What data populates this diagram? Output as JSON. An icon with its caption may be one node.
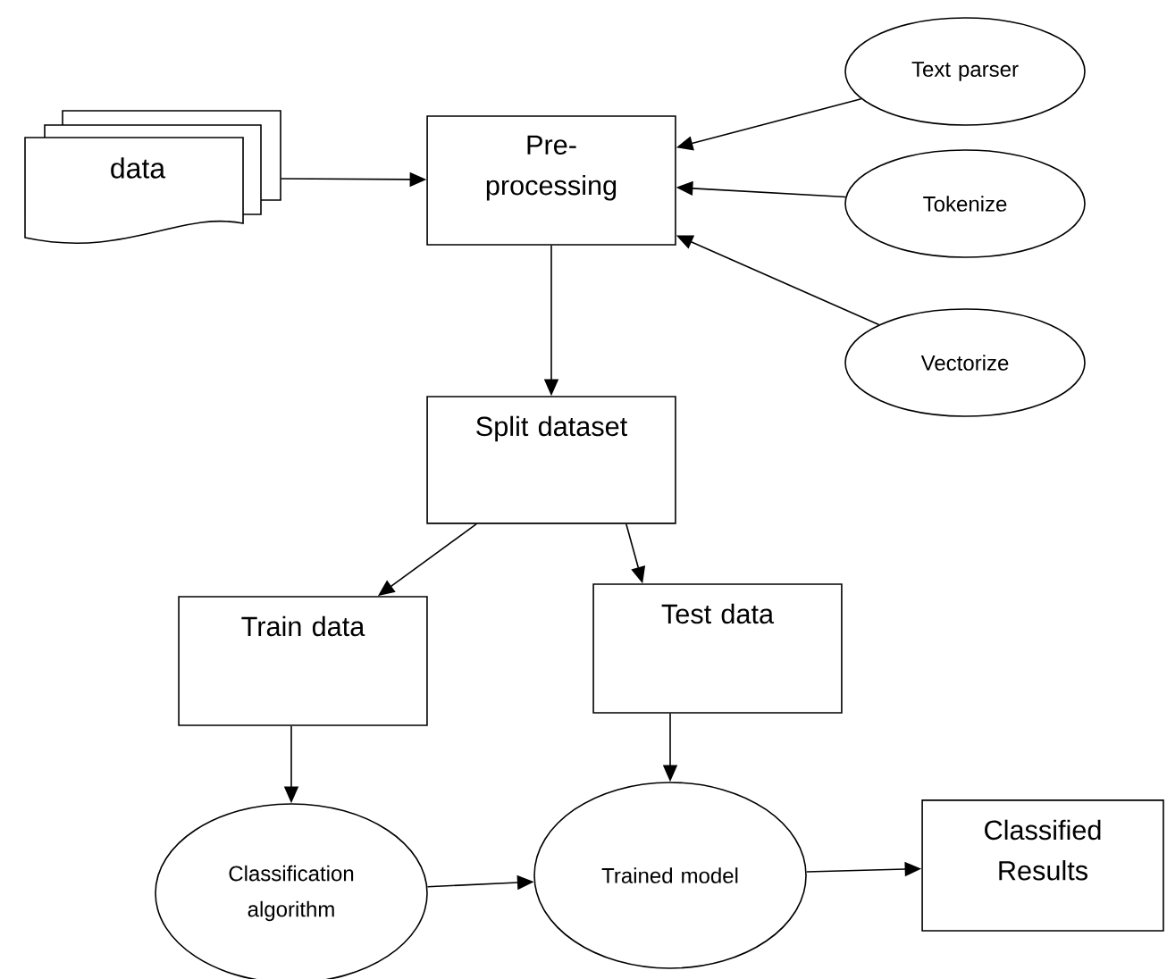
{
  "diagram": {
    "nodes": [
      {
        "text": [
          "data"
        ]
      },
      {
        "text": [
          "Pre-processing"
        ]
      },
      {
        "text": [
          "Text parser"
        ]
      },
      {
        "text": [
          "Tokenize"
        ]
      },
      {
        "text": [
          "Vectorize"
        ]
      },
      {
        "text": [
          "Split dataset"
        ]
      },
      {
        "text": [
          "Train data"
        ]
      },
      {
        "text": [
          "Test data"
        ]
      },
      {
        "text": [
          "Classification algorithm"
        ]
      },
      {
        "text": [
          "Trained model"
        ]
      },
      {
        "text": [
          "Classified Results"
        ]
      }
    ],
    "edges": [
      {
        "from": 0,
        "to": 1,
        "arrow": "to"
      },
      {
        "from": 2,
        "to": 1,
        "arrow": "to"
      },
      {
        "from": 3,
        "to": 1,
        "arrow": "to"
      },
      {
        "from": 4,
        "to": 1,
        "arrow": "to"
      },
      {
        "from": 1,
        "to": 5,
        "arrow": "to"
      },
      {
        "from": 5,
        "to": 6,
        "arrow": "to"
      },
      {
        "from": 5,
        "to": 7,
        "arrow": "to"
      },
      {
        "from": 6,
        "to": 8,
        "arrow": "to"
      },
      {
        "from": 7,
        "to": 9,
        "arrow": "to"
      },
      {
        "from": 8,
        "to": 9,
        "arrow": "to"
      },
      {
        "from": 9,
        "to": 10,
        "arrow": "to"
      }
    ]
  }
}
